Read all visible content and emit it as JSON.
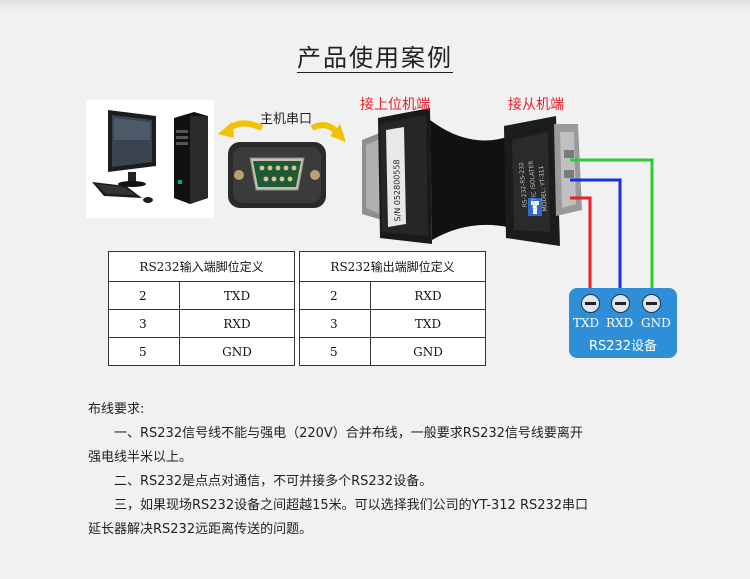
{
  "page": {
    "title": "产品使用案例"
  },
  "labels": {
    "host_port": "主机串口",
    "upper_end": "接上位机端",
    "slave_end": "接从机端"
  },
  "adapter_text": {
    "serial_sticker": "S/N 052800558",
    "model_line": "MODEL: YT-311",
    "optic_line": "OPTIC ISOLATER",
    "spec_line": "RS-232-RS-232"
  },
  "pin_table": {
    "headers": [
      "RS232输入端脚位定义",
      "RS232输出端脚位定义"
    ],
    "rows": [
      {
        "in_pin": "2",
        "in_sig": "TXD",
        "out_pin": "2",
        "out_sig": "RXD"
      },
      {
        "in_pin": "3",
        "in_sig": "RXD",
        "out_pin": "3",
        "out_sig": "TXD"
      },
      {
        "in_pin": "5",
        "in_sig": "GND",
        "out_pin": "5",
        "out_sig": "GND"
      }
    ]
  },
  "device": {
    "terminals": [
      "TXD",
      "RXD",
      "GND"
    ],
    "name": "RS232设备",
    "wire_colors": {
      "txd": "#e8202a",
      "rxd": "#1a2fe0",
      "gnd": "#2ec936"
    },
    "box_color": "#2e8fd8"
  },
  "notes": {
    "heading": "布线要求:",
    "item1_line1": "一、RS232信号线不能与强电（220V）合并布线，一般要求RS232信号线要离开",
    "item1_line2": "强电线半米以上。",
    "item2": "二、RS232是点点对通信，不可并接多个RS232设备。",
    "item3_line1": "三，如果现场RS232设备之间超越15米。可以选择我们公司的YT-312 RS232串口",
    "item3_line2": "延长器解决RS232远距离传送的问题。"
  },
  "colors": {
    "accent_red": "#e8202a",
    "arrow_yellow": "#f2c200"
  }
}
